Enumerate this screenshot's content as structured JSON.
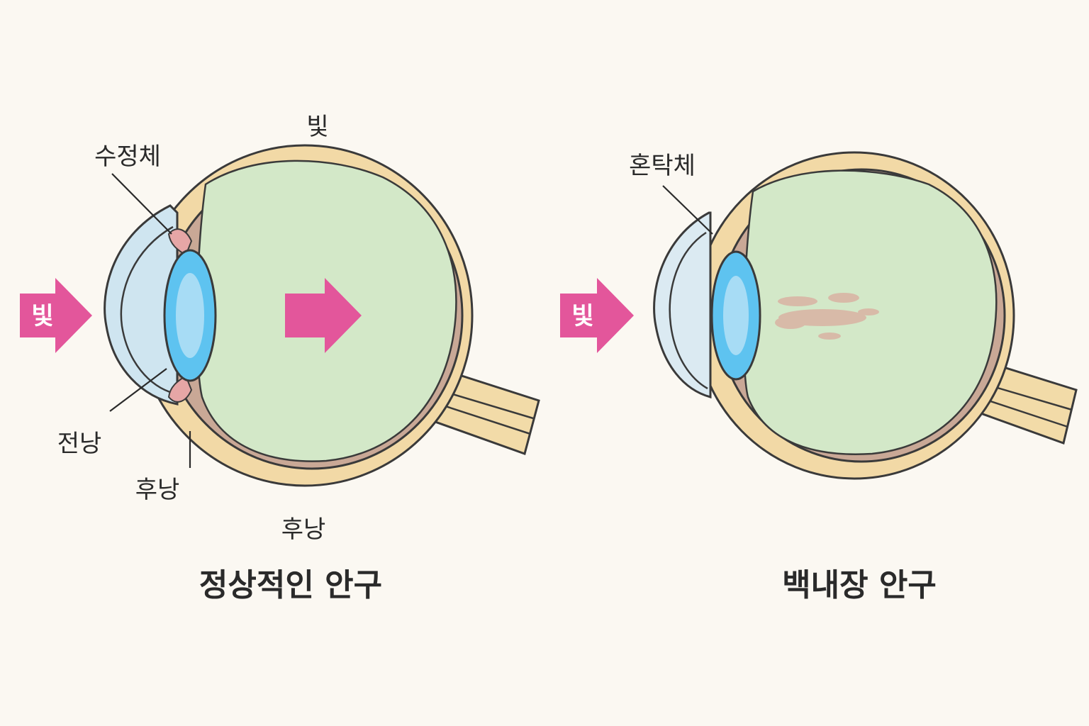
{
  "colors": {
    "background": "#fbf8f2",
    "sclera": "#f2d9a6",
    "choroid": "#c9a896",
    "vitreous": "#d3e8c8",
    "cornea": "#cfe5f0",
    "lens": "#5ec3f0",
    "lens_core": "#a7dcf5",
    "arrow": "#e3569b",
    "opacity_spots": "#d9b3a3"
  },
  "normal_eye": {
    "top_label": "빛",
    "arrow_label": "빛",
    "label_aqueous": "수정체",
    "label_anterior": "전낭",
    "label_posterior": "후낭",
    "label_posterior_bottom": "후낭",
    "caption": "정상적인 안구",
    "icon": "light-arrow-icon"
  },
  "cataract_eye": {
    "arrow_label": "빛",
    "label_opacity": "혼탁체",
    "caption": "백내장 안구",
    "icon": "light-arrow-icon"
  }
}
